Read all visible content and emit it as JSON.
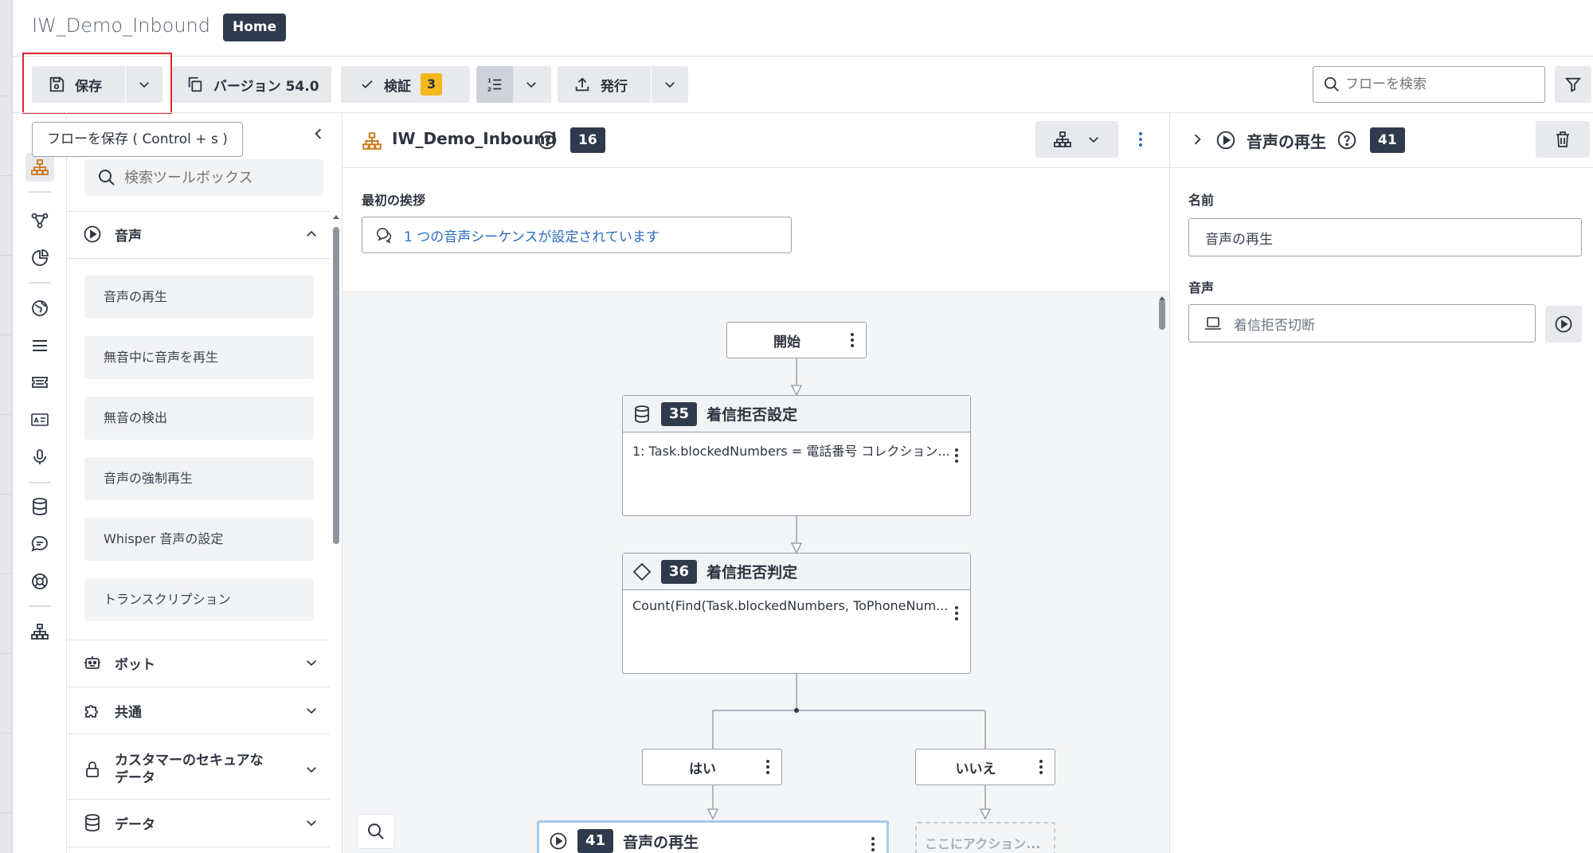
{
  "header": {
    "title": "IW_Demo_Inbound",
    "home_badge": "Home"
  },
  "toolbar": {
    "save_label": "保存",
    "version_label": "バージョン 54.0",
    "validate_label": "検証",
    "validate_count": "3",
    "publish_label": "発行",
    "search_placeholder": "フローを検索",
    "tooltip": "フローを保存 ( Control + s )"
  },
  "toolbox": {
    "search_placeholder": "検索ツールボックス",
    "categories": [
      {
        "label": "音声",
        "expanded": true,
        "icon": "play-circle-icon"
      },
      {
        "label": "ボット",
        "expanded": false,
        "icon": "bot-icon"
      },
      {
        "label": "共通",
        "expanded": false,
        "icon": "puzzle-icon"
      },
      {
        "label": "カスタマーのセキュアなデータ",
        "label_line1": "カスタマーのセキュアな",
        "label_line2": "データ",
        "expanded": false,
        "icon": "lock-icon"
      },
      {
        "label": "データ",
        "expanded": false,
        "icon": "database-icon"
      }
    ],
    "audio_items": [
      "音声の再生",
      "無音中に音声を再生",
      "無音の検出",
      "音声の強制再生",
      "Whisper 音声の設定",
      "トランスクリプション"
    ]
  },
  "center": {
    "title": "IW_Demo_Inbound",
    "count": "16",
    "greeting_label": "最初の挨拶",
    "greeting_value": "1 つの音声シーケンスが設定されています",
    "nodes": {
      "start": "開始",
      "n35": {
        "id": "35",
        "title": "着信拒否設定",
        "body": "1: Task.blockedNumbers = 電話番号 コレクション..."
      },
      "n36": {
        "id": "36",
        "title": "着信拒否判定",
        "body": "Count(Find(Task.blockedNumbers, ToPhoneNum..."
      },
      "yes": "はい",
      "no": "いいえ",
      "n41": {
        "id": "41",
        "title": "音声の再生"
      },
      "placeholder": "ここにアクション..."
    }
  },
  "right_panel": {
    "title": "音声の再生",
    "id": "41",
    "name_label": "名前",
    "name_value": "音声の再生",
    "audio_label": "音声",
    "audio_value": "着信拒否切断"
  },
  "colors": {
    "accent_dark": "#2f3b4c",
    "badge_yellow": "#f5b81c",
    "highlight_red": "#e0282e",
    "link_blue": "#2c6cbf",
    "flow_icon_orange": "#c97a1a"
  }
}
